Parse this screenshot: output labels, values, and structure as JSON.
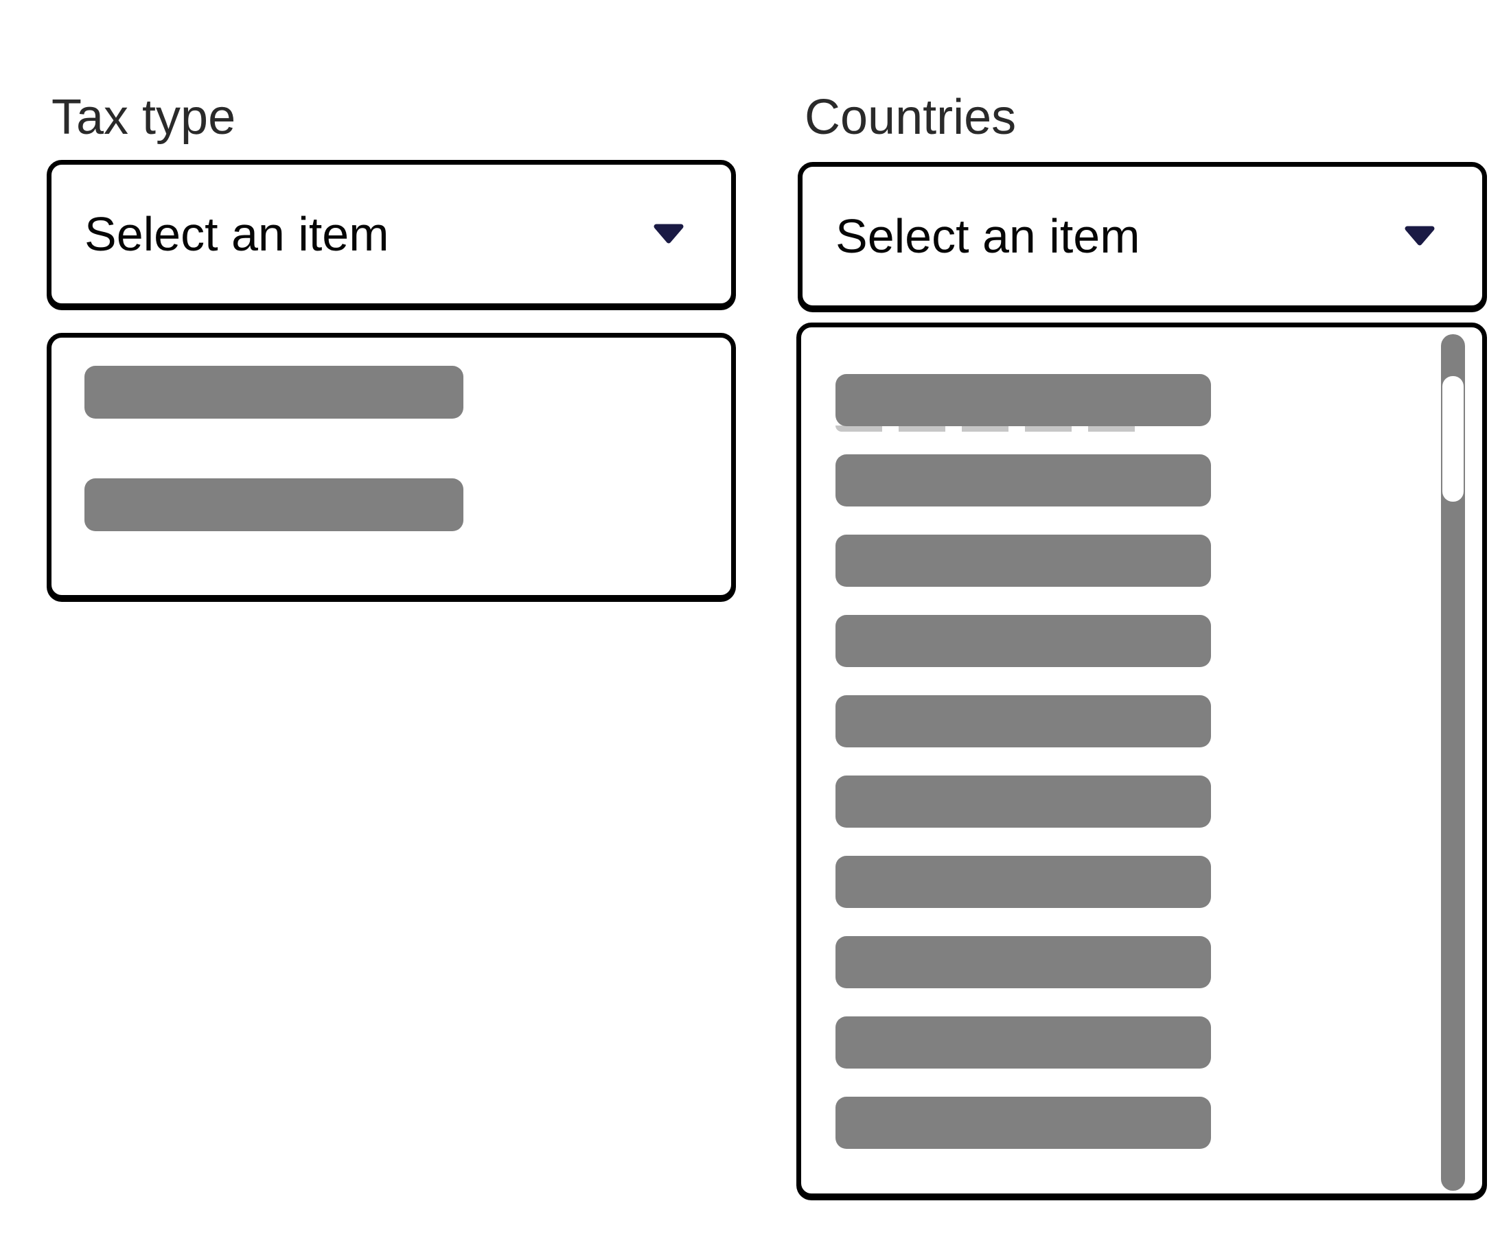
{
  "colors": {
    "chevron_navy": "#1a1a44",
    "skeleton_gray": "#808080",
    "border_black": "#000000",
    "label_text": "#2a2a2a"
  },
  "fields": {
    "tax_type": {
      "label": "Tax type",
      "select_value": "Select an item",
      "skeleton_count": 2
    },
    "countries": {
      "label": "Countries",
      "select_value": "Select an item",
      "skeleton_count": 10
    }
  }
}
